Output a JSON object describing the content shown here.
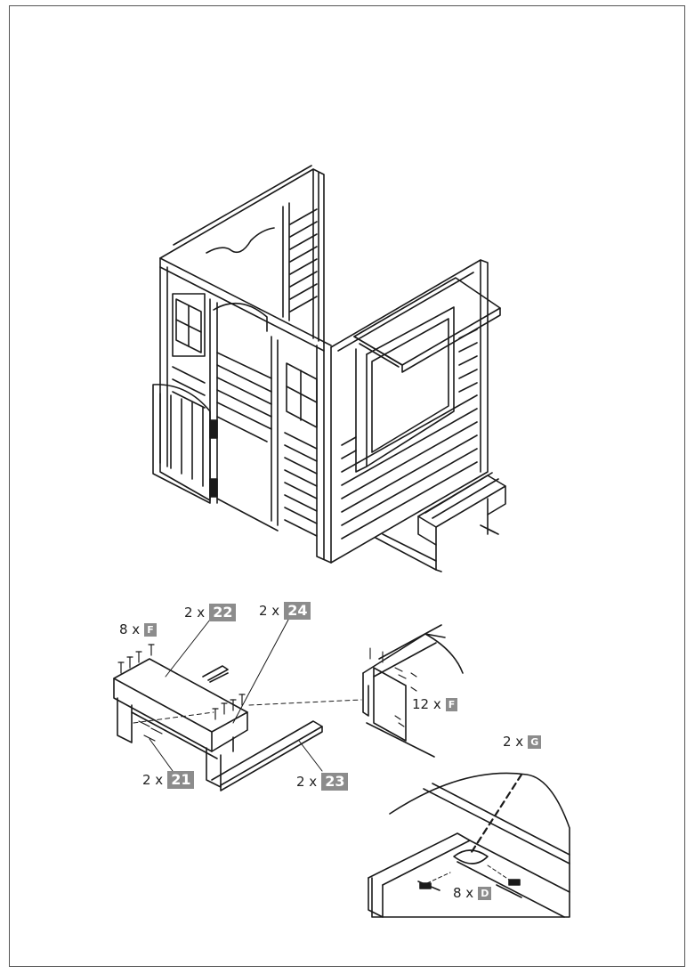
{
  "callouts": {
    "part22": {
      "qty": "2 x",
      "part": "22"
    },
    "part24": {
      "qty": "2 x",
      "part": "24"
    },
    "screwF_top": {
      "qty": "8 x",
      "part": "F"
    },
    "part21": {
      "qty": "2 x",
      "part": "21"
    },
    "part23": {
      "qty": "2 x",
      "part": "23"
    },
    "screwF_side": {
      "qty": "12 x",
      "part": "F"
    },
    "bracketG": {
      "qty": "2 x",
      "part": "G"
    },
    "screwD": {
      "qty": "8 x",
      "part": "D"
    }
  },
  "colors": {
    "badge": "#8c8c8c",
    "line": "#1a1a1a",
    "frame": "#555555"
  }
}
